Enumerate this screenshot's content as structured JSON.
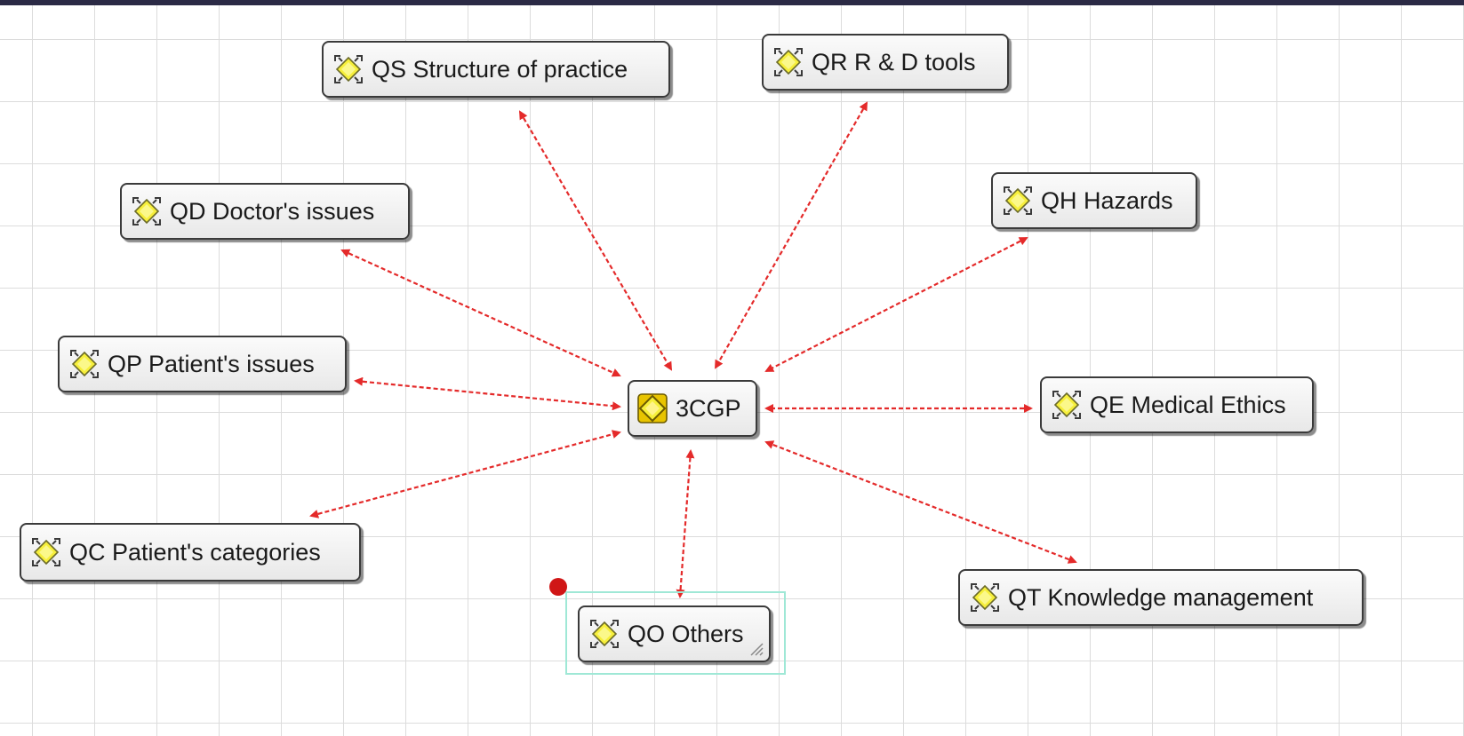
{
  "diagram": {
    "center": {
      "label": "3CGP",
      "icon": "yellow-diamond-bold-icon"
    },
    "topics": [
      {
        "id": "qs",
        "label": "QS Structure of practice",
        "icon": "yellow-diamond-icon"
      },
      {
        "id": "qr",
        "label": "QR R & D tools",
        "icon": "yellow-diamond-icon"
      },
      {
        "id": "qd",
        "label": "QD Doctor's issues",
        "icon": "yellow-diamond-icon"
      },
      {
        "id": "qh",
        "label": "QH Hazards",
        "icon": "yellow-diamond-icon"
      },
      {
        "id": "qp",
        "label": "QP Patient's issues",
        "icon": "yellow-diamond-icon"
      },
      {
        "id": "qe",
        "label": "QE Medical Ethics",
        "icon": "yellow-diamond-icon"
      },
      {
        "id": "qc",
        "label": "QC Patient's categories",
        "icon": "yellow-diamond-icon"
      },
      {
        "id": "qt",
        "label": "QT Knowledge management",
        "icon": "yellow-diamond-icon"
      },
      {
        "id": "qo",
        "label": "QO Others",
        "icon": "yellow-diamond-icon",
        "selected": true
      }
    ],
    "link_style": {
      "color": "#e42a2a",
      "dashed": true,
      "arrows": "both"
    }
  }
}
